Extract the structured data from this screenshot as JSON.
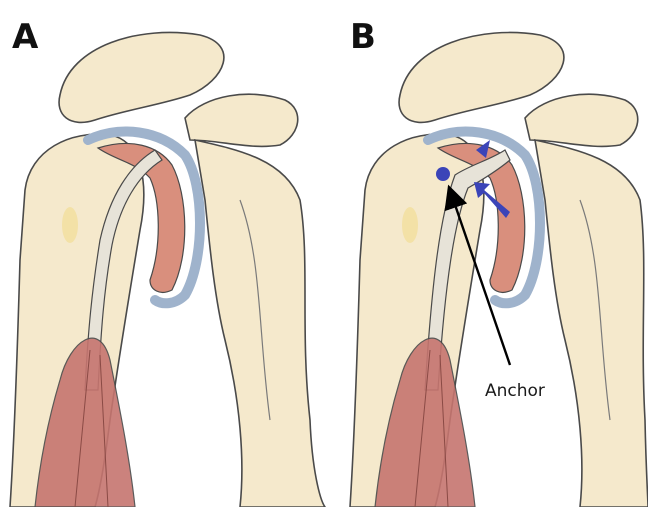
{
  "panels": [
    {
      "letter": "A"
    },
    {
      "letter": "B",
      "annotation": "Anchor"
    }
  ],
  "colors": {
    "bone": "#f5e9cc",
    "bone_shadow": "#e8d3a6",
    "outline": "#4a4a4a",
    "cartilage": "#c9d7e8",
    "labrum_muscle": "#d98f7d",
    "muscle": "#c6756f",
    "tendon": "#e7e3d8",
    "anchor_blue": "#3b44b8",
    "arrow": "#000000"
  },
  "icons": [
    "anchor-dot",
    "blue-arrow",
    "black-arrow"
  ]
}
